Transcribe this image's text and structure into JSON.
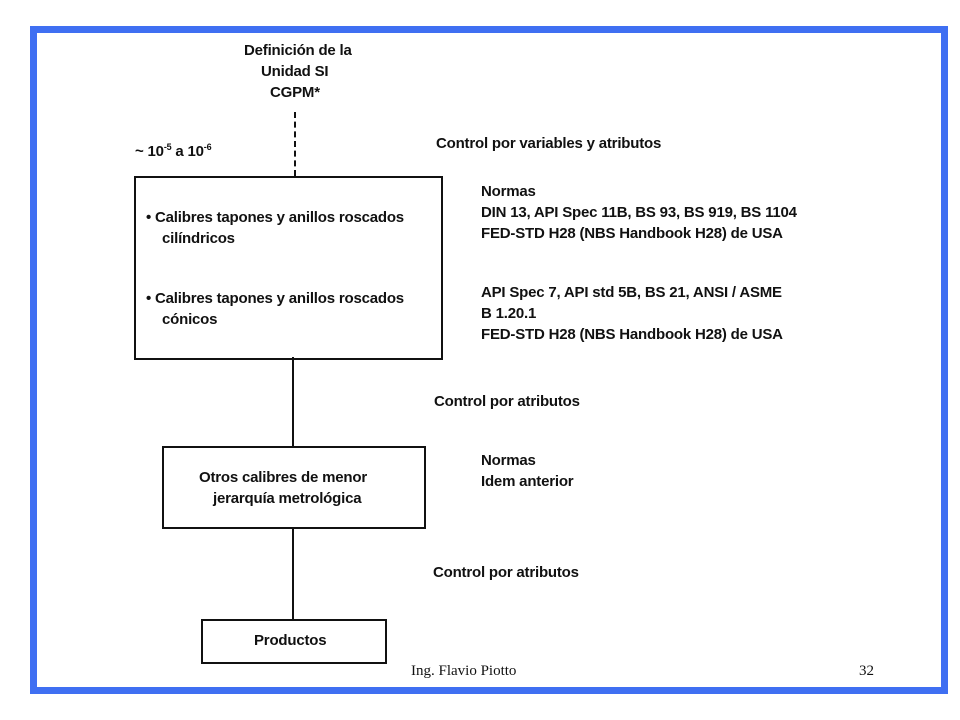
{
  "colors": {
    "frame_border": "#3f6ff2",
    "text": "#111111",
    "background": "#ffffff"
  },
  "top_node": {
    "line1": "Definición de la",
    "line2": "Unidad SI",
    "line3": "CGPM*"
  },
  "uncertainty": {
    "prefix": "~ 10",
    "exp1": "-5",
    "middle": " a 10",
    "exp2": "-6"
  },
  "control_1": "Control por variables y atributos",
  "main_box": {
    "item1_line1": "• Calibres tapones y anillos roscados",
    "item1_line2": "cilíndricos",
    "item2_line1": "• Calibres tapones y anillos roscados",
    "item2_line2": "cónicos"
  },
  "normas_1": {
    "title": "Normas",
    "line1": "DIN 13, API Spec 11B, BS 93, BS 919, BS 1104",
    "line2": "FED-STD H28 (NBS Handbook H28) de USA"
  },
  "normas_2": {
    "line1": "API Spec 7, API std 5B, BS 21, ANSI / ASME",
    "line2": "B 1.20.1",
    "line3": "FED-STD H28 (NBS Handbook H28) de USA"
  },
  "control_2": "Control por atributos",
  "middle_box": {
    "line1": "Otros calibres de menor",
    "line2": "jerarquía metrológica"
  },
  "normas_3": {
    "title": "Normas",
    "line1": "Idem anterior"
  },
  "control_3": "Control por atributos",
  "bottom_box": {
    "label": "Productos"
  },
  "footer": {
    "author": "Ing.  Flavio Piotto",
    "page_number": "32"
  }
}
